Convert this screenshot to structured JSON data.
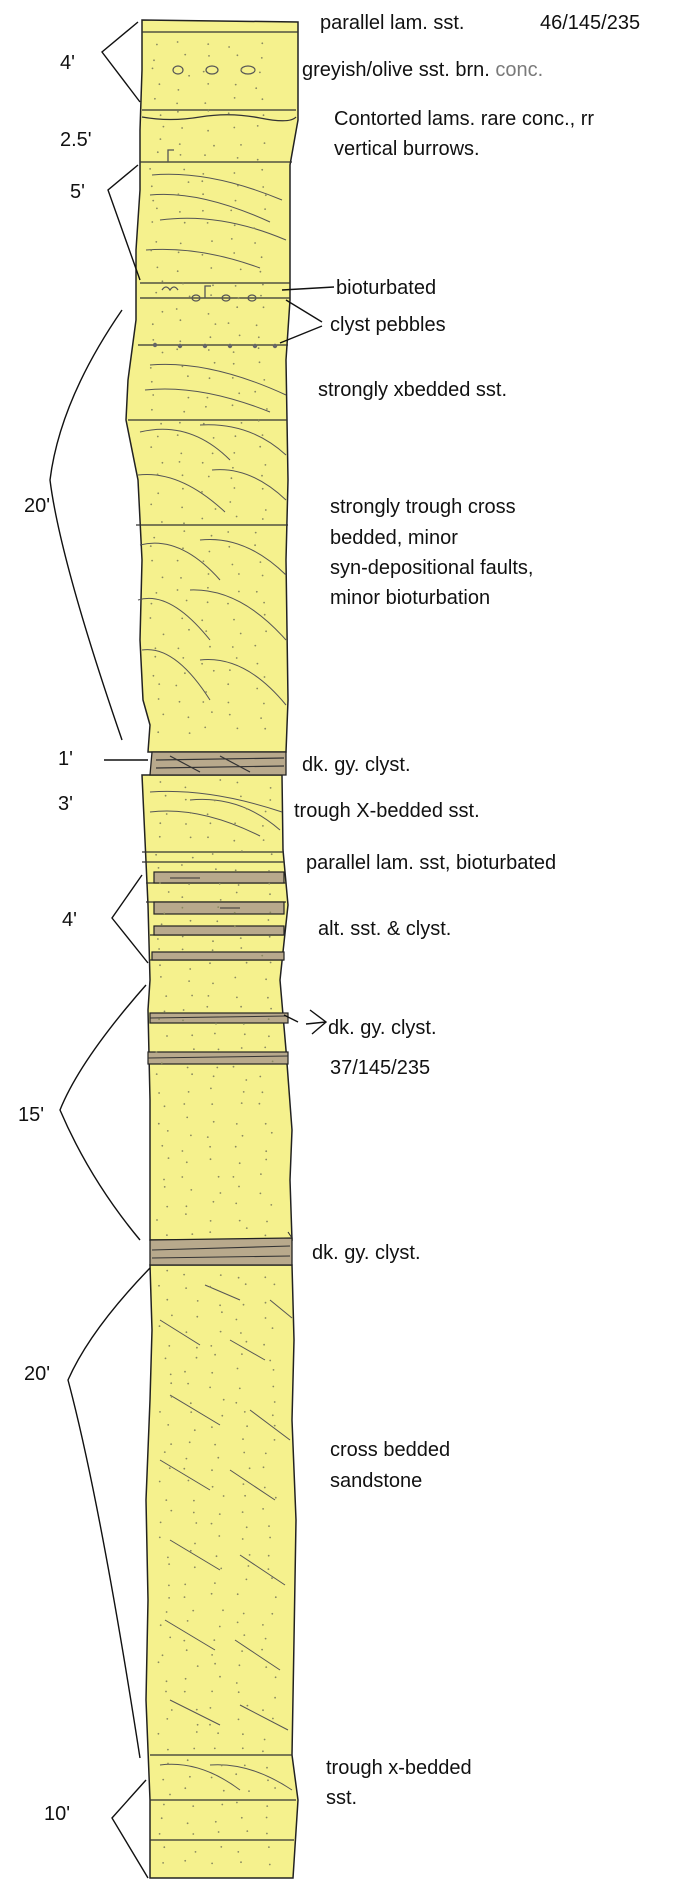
{
  "colors": {
    "sandstone": "#f5f18d",
    "claystone": "#b8a98c",
    "outline": "#222222",
    "ink": "#111111",
    "muted": "#7a7a7a"
  },
  "descriptions": {
    "d1": "parallel lam. sst.",
    "d1_attitude": "46/145/235",
    "d2": "greyish/olive sst. brn.",
    "d2_conc": "conc.",
    "d3_line1": "Contorted lams. rare conc., rr",
    "d3_line2": "vertical burrows.",
    "d4": "bioturbated",
    "d5": "clyst pebbles",
    "d6": "strongly xbedded sst.",
    "d7_line1": "strongly trough cross",
    "d7_line2": "bedded, minor",
    "d7_line3": "syn-depositional faults,",
    "d7_line4": "minor bioturbation",
    "d8": "dk. gy. clyst.",
    "d9": "trough X-bedded sst.",
    "d10": "parallel lam. sst, bioturbated",
    "d11": "alt. sst. & clyst.",
    "d12": "dk. gy. clyst.",
    "d12_attitude": "37/145/235",
    "d13": "dk. gy. clyst.",
    "d14_line1": "cross bedded",
    "d14_line2": "sandstone",
    "d15_line1": "trough x-bedded",
    "d15_line2": "sst."
  },
  "thicknesses": {
    "t1": "4'",
    "t2": "2.5'",
    "t3": "5'",
    "t4": "20'",
    "t5": "1'",
    "t6": "3'",
    "t7": "4'",
    "t8": "15'",
    "t9": "20'",
    "t10": "10'"
  }
}
